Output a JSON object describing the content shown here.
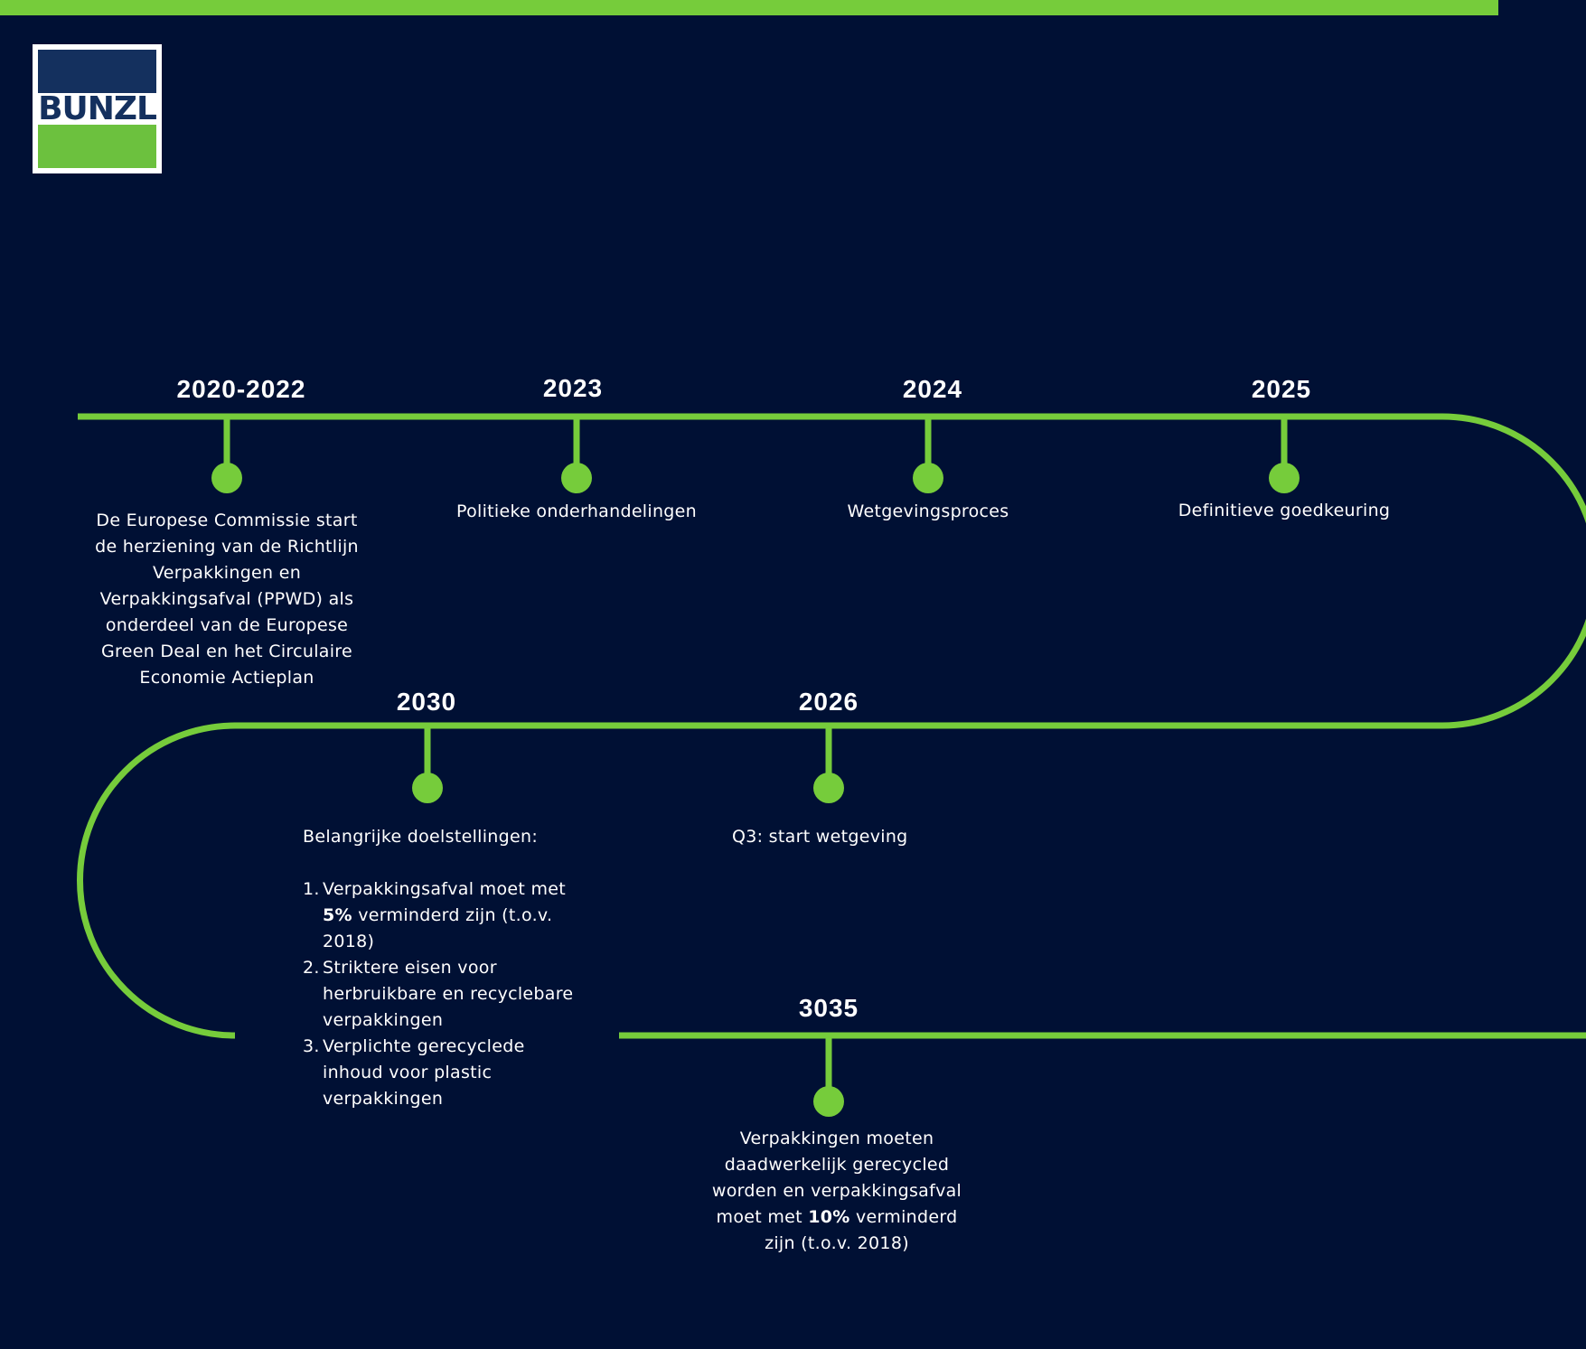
{
  "brand": {
    "logo_text": "BUNZL",
    "accent_color": "#76cc3b",
    "background_color": "#001034"
  },
  "milestones": [
    {
      "year": "2020-2022",
      "text": "De Europese Commissie start de herziening van de Richtlijn Verpakkingen en Verpakkingsafval (PPWD) als onderdeel van de Europese Green Deal en het Circulaire Economie Actieplan"
    },
    {
      "year": "2023",
      "text": "Politieke onderhandelingen"
    },
    {
      "year": "2024",
      "text": "Wetgevingsproces"
    },
    {
      "year": "2025",
      "text": "Definitieve goedkeuring"
    },
    {
      "year": "2026",
      "text": "Q3: start wetgeving"
    },
    {
      "year": "2030",
      "intro": "Belangrijke doelstellingen:",
      "items": [
        {
          "num": "1.",
          "before": "Verpakkingsafval moet met ",
          "bold": "5%",
          "after": " verminderd zijn (t.o.v. 2018)"
        },
        {
          "num": "2.",
          "text": "Striktere eisen voor herbruikbare en recyclebare verpakkingen"
        },
        {
          "num": "3.",
          "text": "Verplichte gerecyclede inhoud voor plastic verpakkingen"
        }
      ]
    },
    {
      "year": "3035",
      "before": "Verpakkingen moeten daadwerkelijk gerecycled worden en verpakkingsafval moet met ",
      "bold": "10%",
      "after": " verminderd zijn (t.o.v. 2018)"
    }
  ]
}
